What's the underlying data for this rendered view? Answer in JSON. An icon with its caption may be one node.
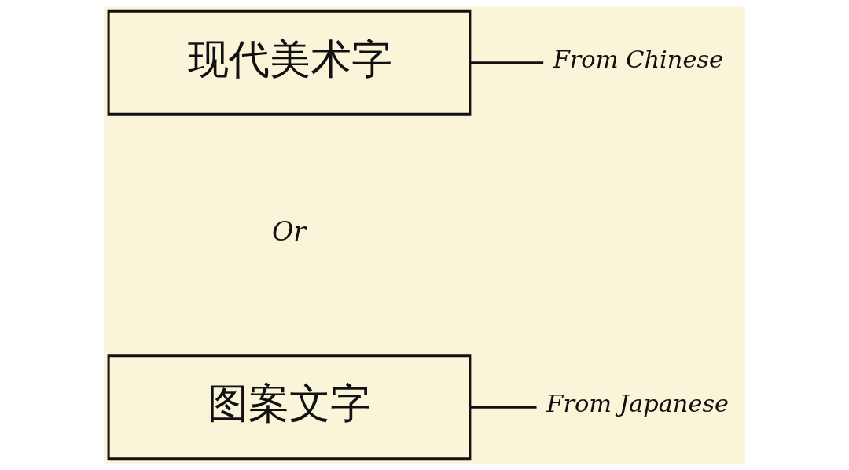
{
  "diagram": {
    "nodes": [
      {
        "text": [
          "现代美术字"
        ]
      },
      {
        "text": [
          "From Chinese"
        ]
      },
      {
        "text": [
          "图案文字"
        ]
      },
      {
        "text": [
          "From Japanese"
        ]
      }
    ],
    "edges": [
      {
        "from": 0,
        "to": 1,
        "arrow": "none"
      },
      {
        "from": 2,
        "to": 3,
        "arrow": "none"
      }
    ],
    "labels": [
      "Or"
    ]
  }
}
